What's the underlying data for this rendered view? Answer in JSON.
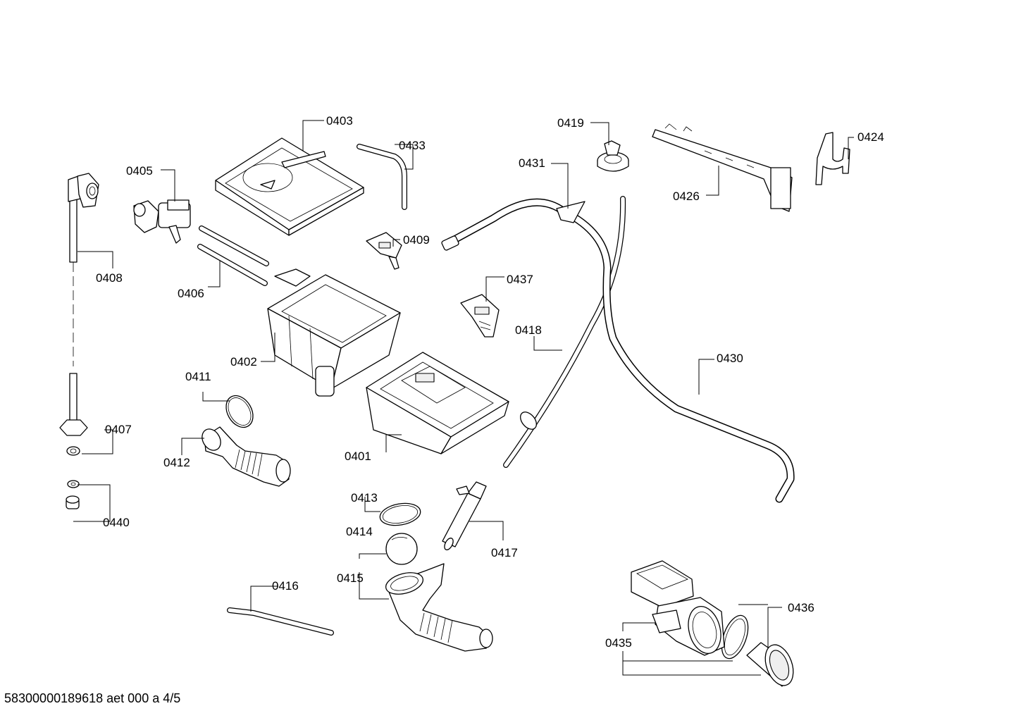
{
  "labels": {
    "p0401": "0401",
    "p0402": "0402",
    "p0403": "0403",
    "p0405": "0405",
    "p0406": "0406",
    "p0407": "0407",
    "p0408": "0408",
    "p0409": "0409",
    "p0411": "0411",
    "p0412": "0412",
    "p0413": "0413",
    "p0414": "0414",
    "p0415": "0415",
    "p0416": "0416",
    "p0417": "0417",
    "p0418": "0418",
    "p0419": "0419",
    "p0424": "0424",
    "p0426": "0426",
    "p0430": "0430",
    "p0431": "0431",
    "p0433": "0433",
    "p0435": "0435",
    "p0436": "0436",
    "p0437": "0437",
    "p0440": "0440"
  },
  "footer": "58300000189618 aet 000 a 4/5"
}
